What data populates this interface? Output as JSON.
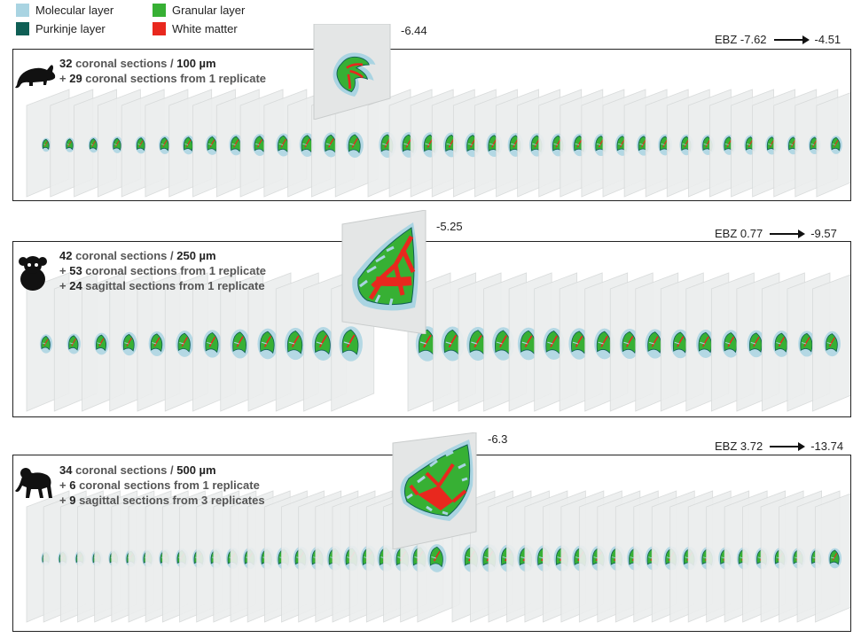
{
  "legend": {
    "items": [
      {
        "label": "Molecular layer",
        "color": "#a9d4e2"
      },
      {
        "label": "Granular layer",
        "color": "#37b034"
      },
      {
        "label": "Purkinje layer",
        "color": "#0f5f55"
      },
      {
        "label": "White matter",
        "color": "#e8281e"
      }
    ]
  },
  "panels": [
    {
      "species_icon": "mouse-icon",
      "line1": {
        "count": "32",
        "text": " coronal sections / ",
        "thickness": "100",
        "unit": " µm"
      },
      "line2": {
        "prefix": "+ ",
        "count": "29",
        "text": " coronal sections from 1 replicate"
      },
      "line3": null,
      "ebz": {
        "label": "EBZ -7.62",
        "end": "-4.51"
      },
      "cut": "-6.44"
    },
    {
      "species_icon": "marmoset-icon",
      "line1": {
        "count": "42",
        "text": " coronal sections / ",
        "thickness": "250",
        "unit": " µm"
      },
      "line2": {
        "prefix": "+ ",
        "count": "53",
        "text": " coronal sections from 1 replicate"
      },
      "line3": {
        "prefix": "+ ",
        "count": "24",
        "text": " sagittal sections from 1 replicate"
      },
      "ebz": {
        "label": "EBZ 0.77",
        "end": "-9.57"
      },
      "cut": "-5.25"
    },
    {
      "species_icon": "macaque-icon",
      "line1": {
        "count": "34",
        "text": " coronal sections / ",
        "thickness": "500",
        "unit": " µm"
      },
      "line2": {
        "prefix": "+ ",
        "count": "6",
        "text": " coronal sections from 1 replicate"
      },
      "line3": {
        "prefix": "+ ",
        "count": "9",
        "text": " sagittal sections from 3 replicates"
      },
      "ebz": {
        "label": "EBZ 3.72",
        "end": "-13.74"
      },
      "cut": "-6.3"
    }
  ]
}
